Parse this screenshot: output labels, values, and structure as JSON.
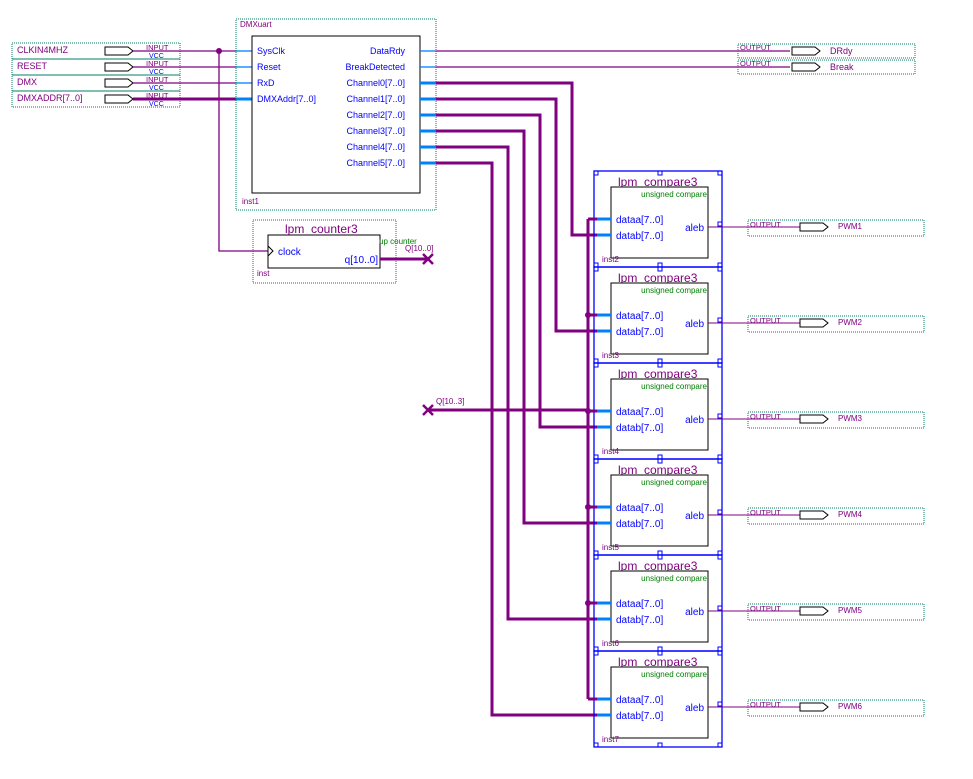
{
  "colors": {
    "wire": "#800080",
    "port": "#0080ff",
    "block": "#0000ff",
    "text_port": "#0000ff",
    "text_label": "#800080",
    "text_type": "#008000",
    "pin_border": "#008060"
  },
  "inputs": [
    {
      "name": "CLKIN4MHZ",
      "type": "INPUT",
      "default": "VCC"
    },
    {
      "name": "RESET",
      "type": "INPUT",
      "default": "VCC"
    },
    {
      "name": "DMX",
      "type": "INPUT",
      "default": "VCC"
    },
    {
      "name": "DMXADDR[7..0]",
      "type": "INPUT",
      "default": "VCC"
    }
  ],
  "uart": {
    "title": "DMXuart",
    "instance": "inst1",
    "inputs": [
      "SysClk",
      "Reset",
      "RxD",
      "DMXAddr[7..0]"
    ],
    "outputs": [
      "DataRdy",
      "BreakDetected",
      "Channel0[7..0]",
      "Channel1[7..0]",
      "Channel2[7..0]",
      "Channel3[7..0]",
      "Channel4[7..0]",
      "Channel5[7..0]"
    ]
  },
  "top_outputs": [
    {
      "type": "OUTPUT",
      "name": "DRdy"
    },
    {
      "type": "OUTPUT",
      "name": "Break"
    }
  ],
  "counter": {
    "title": "lpm_counter3",
    "subtitle": "up counter",
    "instance": "inst",
    "input": "clock",
    "output": "q[10..0]",
    "net": "Q[10..0]"
  },
  "bus_label": "Q[10..3]",
  "compares": [
    {
      "title": "lpm_compare3",
      "subtitle": "unsigned compare",
      "instance": "inst2",
      "ports": [
        "dataa[7..0]",
        "datab[7..0]",
        "aleb"
      ],
      "out_type": "OUTPUT",
      "out_name": "PWM1"
    },
    {
      "title": "lpm_compare3",
      "subtitle": "unsigned compare",
      "instance": "inst3",
      "ports": [
        "dataa[7..0]",
        "datab[7..0]",
        "aleb"
      ],
      "out_type": "OUTPUT",
      "out_name": "PWM2"
    },
    {
      "title": "lpm_compare3",
      "subtitle": "unsigned compare",
      "instance": "inst4",
      "ports": [
        "dataa[7..0]",
        "datab[7..0]",
        "aleb"
      ],
      "out_type": "OUTPUT",
      "out_name": "PWM3"
    },
    {
      "title": "lpm_compare3",
      "subtitle": "unsigned compare",
      "instance": "inst5",
      "ports": [
        "dataa[7..0]",
        "datab[7..0]",
        "aleb"
      ],
      "out_type": "OUTPUT",
      "out_name": "PWM4"
    },
    {
      "title": "lpm_compare3",
      "subtitle": "unsigned compare",
      "instance": "inst6",
      "ports": [
        "dataa[7..0]",
        "datab[7..0]",
        "aleb"
      ],
      "out_type": "OUTPUT",
      "out_name": "PWM5"
    },
    {
      "title": "lpm_compare3",
      "subtitle": "unsigned compare",
      "instance": "inst7",
      "ports": [
        "dataa[7..0]",
        "datab[7..0]",
        "aleb"
      ],
      "out_type": "OUTPUT",
      "out_name": "PWM6"
    }
  ]
}
